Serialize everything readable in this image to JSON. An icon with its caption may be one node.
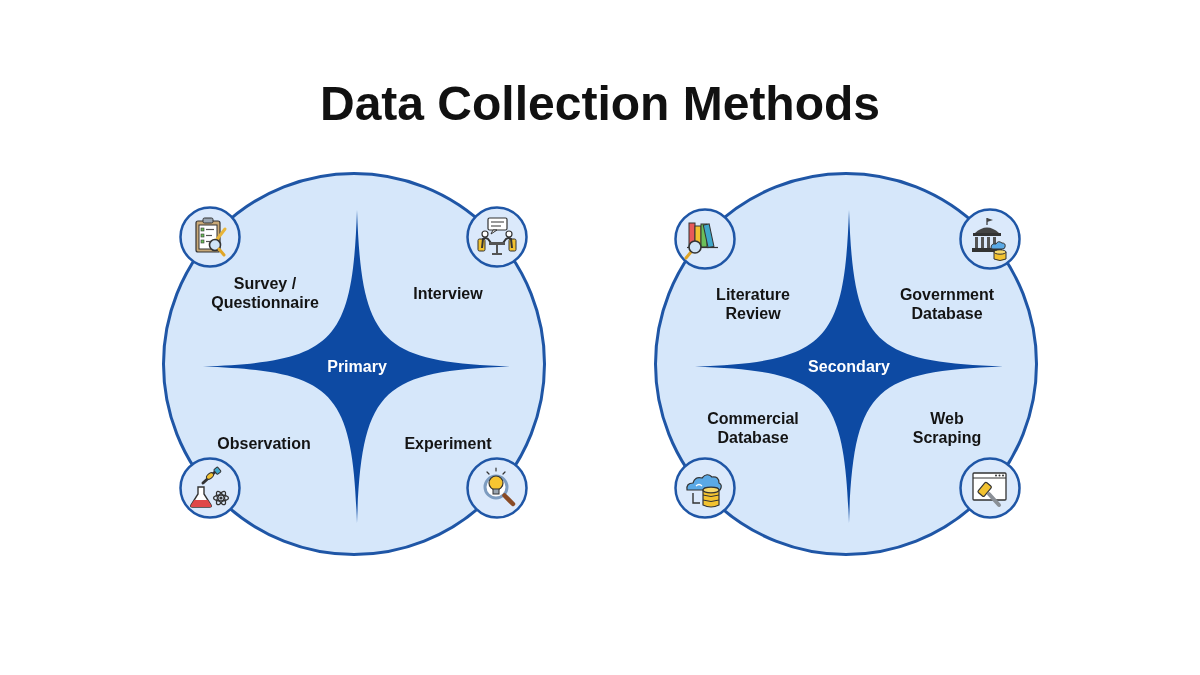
{
  "diagram": {
    "title": "Data Collection Methods",
    "nodes": [
      {
        "text": [
          "Survey / Questionnaire",
          "Interview",
          "Observation",
          "Experiment"
        ]
      },
      {
        "text": [
          "Primary"
        ],
        "in": 0
      },
      {
        "text": [
          "Literature Review",
          "Government Database",
          "Commercial Database",
          "Web Scraping"
        ]
      },
      {
        "text": [
          "Secondary"
        ],
        "in": 2
      }
    ]
  }
}
